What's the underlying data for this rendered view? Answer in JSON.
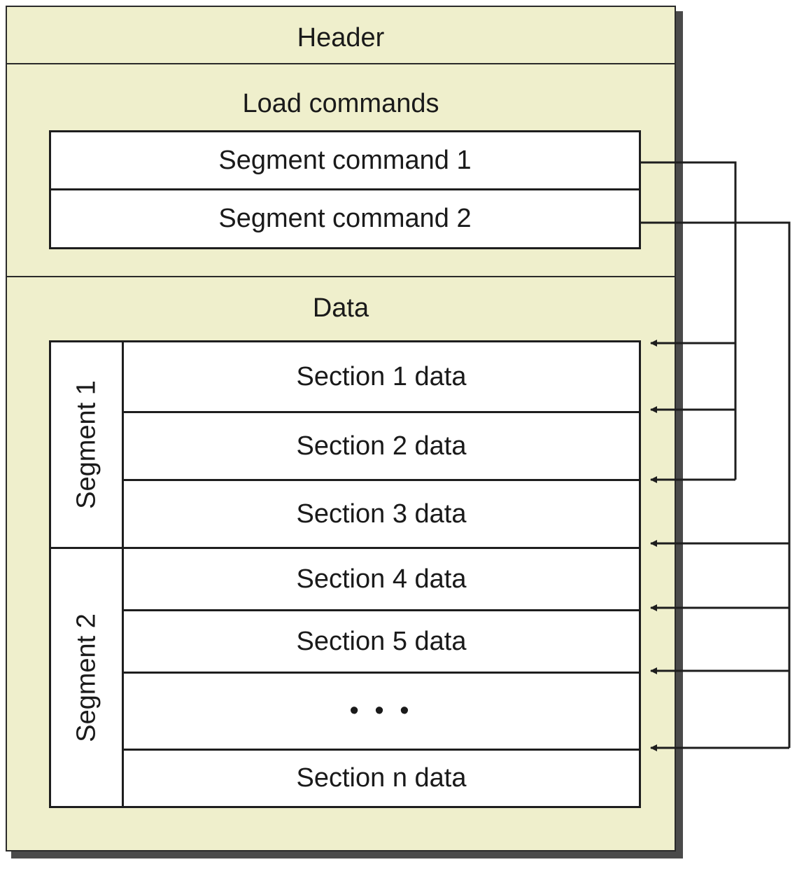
{
  "header": {
    "label": "Header"
  },
  "load_commands": {
    "title": "Load commands",
    "commands": [
      "Segment command 1",
      "Segment command 2"
    ]
  },
  "data": {
    "title": "Data",
    "segments": [
      {
        "label": "Segment 1",
        "sections": [
          "Section 1 data",
          "Section 2 data",
          "Section 3 data"
        ]
      },
      {
        "label": "Segment 2",
        "sections": [
          "Section 4 data",
          "Section 5 data",
          "• • •",
          "Section n data"
        ]
      }
    ]
  },
  "colors": {
    "background": "#efefcc",
    "box": "#ffffff",
    "line": "#1e1e1e"
  }
}
